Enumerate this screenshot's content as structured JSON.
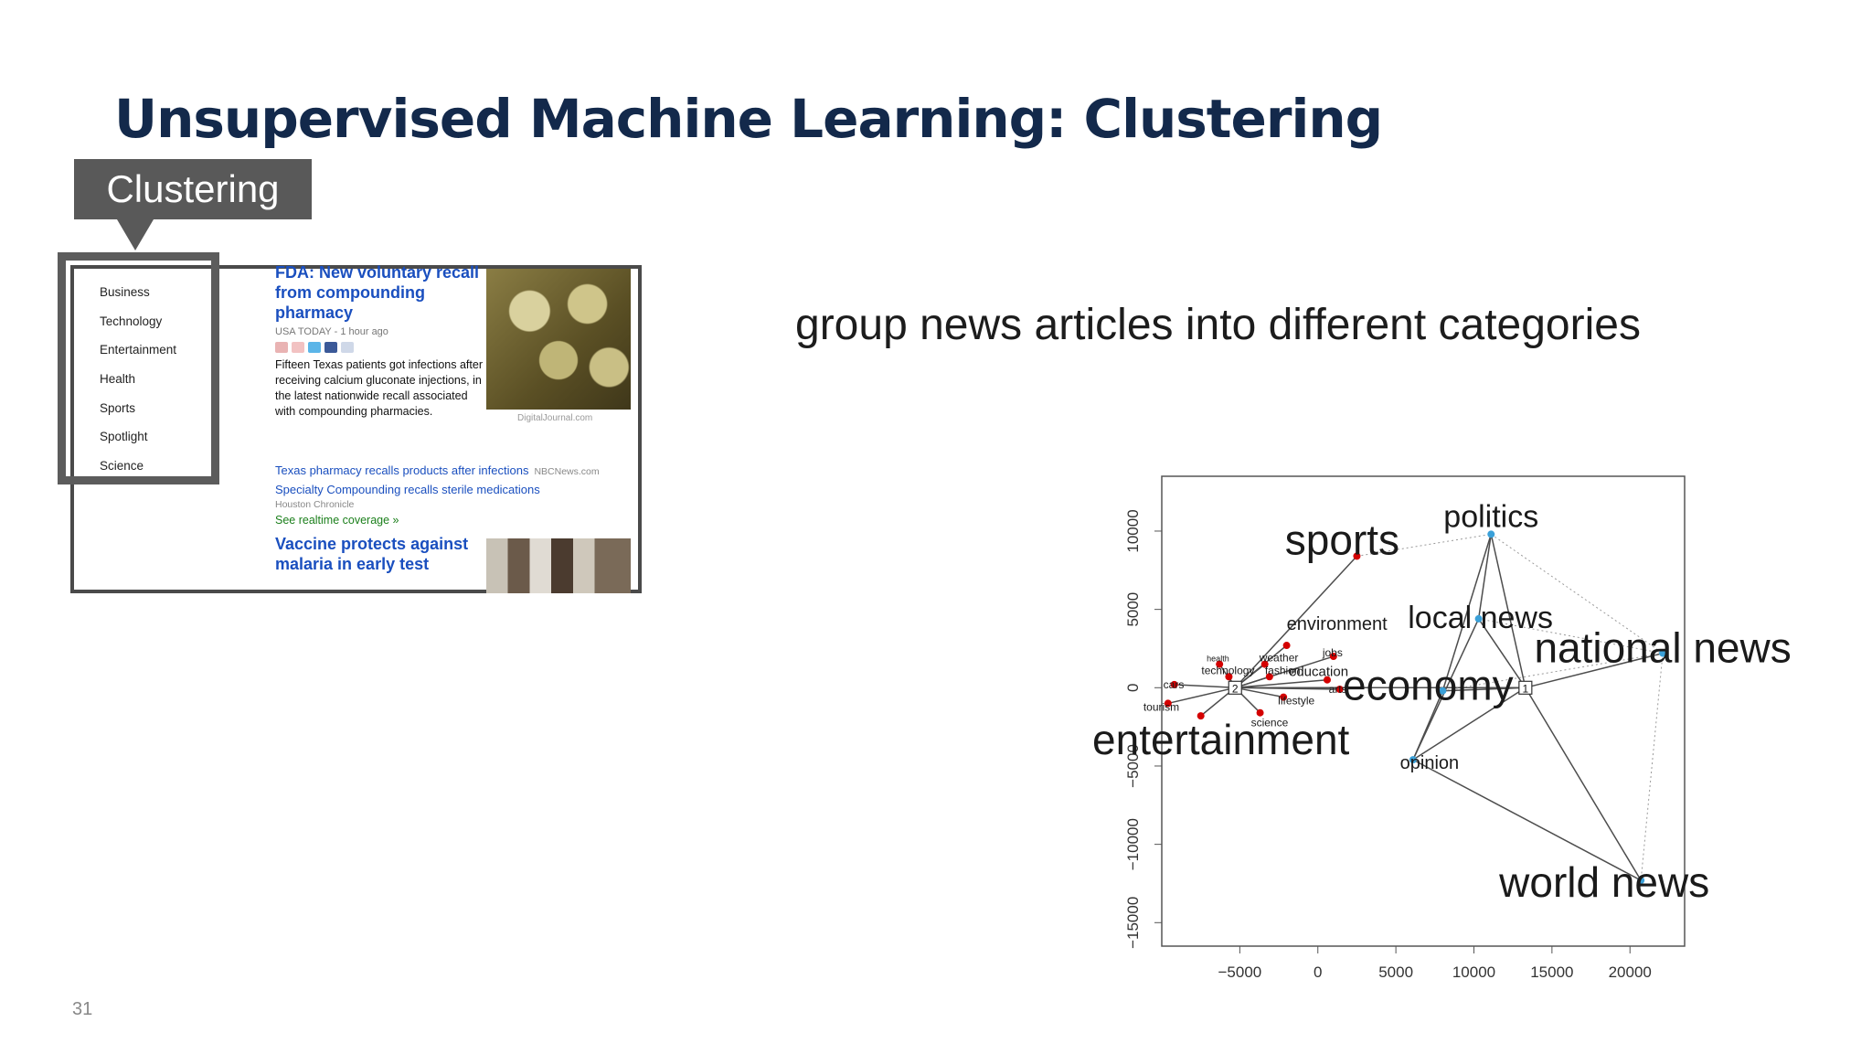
{
  "slide": {
    "title": "Unsupervised Machine Learning: Clustering",
    "callout": "Clustering",
    "subtitle": "group news articles into different categories",
    "page_number": "31"
  },
  "news": {
    "categories": [
      "Business",
      "Technology",
      "Entertainment",
      "Health",
      "Sports",
      "Spotlight",
      "Science"
    ],
    "headline1": "FDA: New voluntary recall from compounding pharmacy",
    "source1": "USA TODAY - 1 hour ago",
    "snippet1": "Fifteen Texas patients got infections after receiving calcium gluconate injections, in the latest nationwide recall associated with compounding pharmacies.",
    "image_caption": "DigitalJournal.com",
    "related": [
      {
        "text": "Texas pharmacy recalls products after infections",
        "source": "NBCNews.com"
      },
      {
        "text": "Specialty Compounding recalls sterile medications",
        "source": ""
      }
    ],
    "related_source": "Houston Chronicle",
    "realtime": "See realtime coverage »",
    "headline2": "Vaccine protects against malaria in early test",
    "share_icon_colors": [
      "#e9b3b3",
      "#f2c2c2",
      "#5bb5e8",
      "#3b5998",
      "#cfd8e8"
    ]
  },
  "chart_data": {
    "type": "scatter",
    "xlim": [
      -10000,
      23500
    ],
    "ylim": [
      -16500,
      13500
    ],
    "xticks": [
      -5000,
      0,
      5000,
      10000,
      15000,
      20000
    ],
    "xtick_labels": [
      "−5000",
      "0",
      "5000",
      "10000",
      "15000",
      "20000"
    ],
    "yticks": [
      10000,
      5000,
      0,
      -5000,
      -10000,
      -15000
    ],
    "ytick_labels": [
      "10000",
      "5000",
      "0",
      "−5000",
      "−10000",
      "−15000"
    ],
    "colors": {
      "red": "#d40000",
      "blue": "#3aa0d8",
      "line": "#4d4d4d",
      "dotted": "#9a9a9a"
    },
    "centroids": [
      {
        "label": "2",
        "x": -5300,
        "y": 0
      },
      {
        "label": "1",
        "x": 13300,
        "y": 0
      }
    ],
    "points": [
      {
        "label": "sports",
        "x": 2500,
        "y": 8400,
        "color": "red",
        "size": "xl"
      },
      {
        "label": "politics",
        "x": 11100,
        "y": 9800,
        "color": "blue",
        "size": "lg"
      },
      {
        "label": "local news",
        "x": 10300,
        "y": 4400,
        "color": "blue",
        "size": "lg"
      },
      {
        "label": "national news",
        "x": 22100,
        "y": 2200,
        "color": "blue",
        "size": "xl"
      },
      {
        "label": "economy",
        "x": 8000,
        "y": -200,
        "color": "blue",
        "size": "xl"
      },
      {
        "label": "opinion",
        "x": 6100,
        "y": -4600,
        "color": "blue",
        "size": "md"
      },
      {
        "label": "world news",
        "x": 20700,
        "y": -12300,
        "color": "blue",
        "size": "xl"
      },
      {
        "label": "entertainment",
        "x": -7500,
        "y": -1800,
        "color": "red",
        "size": "xl"
      },
      {
        "label": "environment",
        "x": -2000,
        "y": 2700,
        "color": "red",
        "size": "md"
      },
      {
        "label": "jobs",
        "x": 1000,
        "y": 2000,
        "color": "red",
        "size": "xs"
      },
      {
        "label": "health",
        "x": -6300,
        "y": 1500,
        "color": "red",
        "size": "xxs"
      },
      {
        "label": "weather",
        "x": -3400,
        "y": 1500,
        "color": "red",
        "size": "xs"
      },
      {
        "label": "technology",
        "x": -5700,
        "y": 700,
        "color": "red",
        "size": "xs"
      },
      {
        "label": "fashion",
        "x": -3100,
        "y": 700,
        "color": "red",
        "size": "xs"
      },
      {
        "label": "education",
        "x": 600,
        "y": 500,
        "color": "red",
        "size": "sm"
      },
      {
        "label": "arts",
        "x": 1400,
        "y": -100,
        "color": "red",
        "size": "xs"
      },
      {
        "label": "cars",
        "x": -9200,
        "y": 200,
        "color": "red",
        "size": "xs"
      },
      {
        "label": "lifestyle",
        "x": -2200,
        "y": -600,
        "color": "red",
        "size": "xs"
      },
      {
        "label": "tourism",
        "x": -9600,
        "y": -1000,
        "color": "red",
        "size": "xs"
      },
      {
        "label": "science",
        "x": -3700,
        "y": -1600,
        "color": "red",
        "size": "xs"
      }
    ],
    "edges": [
      {
        "from": "2",
        "to": "1",
        "style": "solid"
      },
      {
        "from": "2",
        "to": "sports",
        "style": "solid"
      },
      {
        "from": "2",
        "to": "environment",
        "style": "solid"
      },
      {
        "from": "2",
        "to": "jobs",
        "style": "solid"
      },
      {
        "from": "2",
        "to": "education",
        "style": "solid"
      },
      {
        "from": "2",
        "to": "arts",
        "style": "solid"
      },
      {
        "from": "2",
        "to": "cars",
        "style": "solid"
      },
      {
        "from": "2",
        "to": "tourism",
        "style": "solid"
      },
      {
        "from": "2",
        "to": "science",
        "style": "solid"
      },
      {
        "from": "2",
        "to": "lifestyle",
        "style": "solid"
      },
      {
        "from": "2",
        "to": "weather",
        "style": "solid"
      },
      {
        "from": "2",
        "to": "fashion",
        "style": "solid"
      },
      {
        "from": "2",
        "to": "technology",
        "style": "solid"
      },
      {
        "from": "2",
        "to": "health",
        "style": "solid"
      },
      {
        "from": "2",
        "to": "entertainment",
        "style": "solid"
      },
      {
        "from": "1",
        "to": "politics",
        "style": "solid"
      },
      {
        "from": "1",
        "to": "local news",
        "style": "solid"
      },
      {
        "from": "1",
        "to": "economy",
        "style": "solid"
      },
      {
        "from": "1",
        "to": "national news",
        "style": "solid"
      },
      {
        "from": "1",
        "to": "opinion",
        "style": "solid"
      },
      {
        "from": "1",
        "to": "world news",
        "style": "solid"
      },
      {
        "from": "politics",
        "to": "local news",
        "style": "solid"
      },
      {
        "from": "politics",
        "to": "economy",
        "style": "solid"
      },
      {
        "from": "local news",
        "to": "opinion",
        "style": "solid"
      },
      {
        "from": "opinion",
        "to": "world news",
        "style": "solid"
      },
      {
        "from": "economy",
        "to": "opinion",
        "style": "solid"
      },
      {
        "from": "politics",
        "to": "national news",
        "style": "dotted"
      },
      {
        "from": "national news",
        "to": "world news",
        "style": "dotted"
      },
      {
        "from": "local news",
        "to": "national news",
        "style": "dotted"
      },
      {
        "from": "economy",
        "to": "national news",
        "style": "dotted"
      },
      {
        "from": "sports",
        "to": "politics",
        "style": "dotted"
      }
    ]
  }
}
